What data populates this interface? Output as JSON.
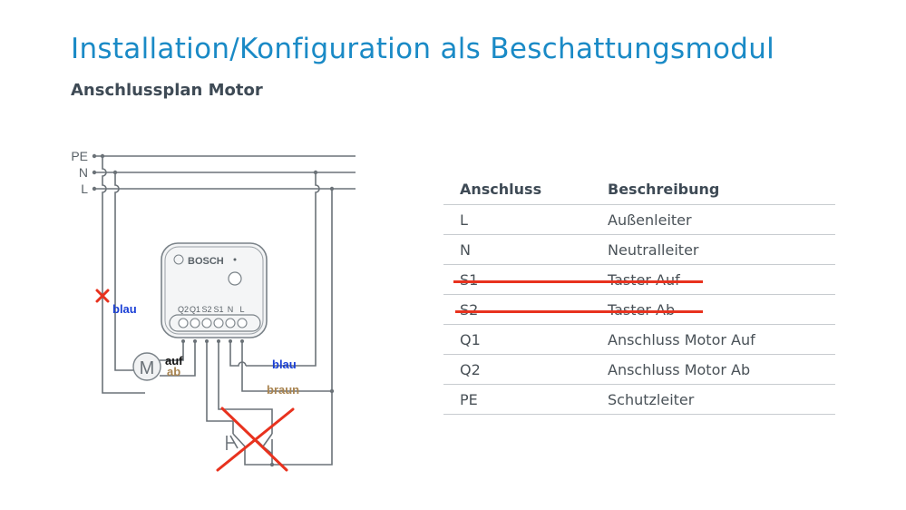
{
  "slide": {
    "title": "Installation/Konfiguration als Beschattungsmodul",
    "subtitle": "Anschlussplan Motor"
  },
  "diagram": {
    "rail_labels": [
      "PE",
      "N",
      "L"
    ],
    "device": {
      "brand": "BOSCH",
      "terminals": [
        "Q2",
        "Q1",
        "S2",
        "S1",
        "N",
        "L"
      ]
    },
    "motor_label": "M",
    "wire_labels": {
      "motor_up": "auf",
      "motor_down": "ab",
      "left_blue": "blau",
      "right_blue": "blau",
      "brown": "braun"
    },
    "colors": {
      "wire": "#6b7278",
      "blue_label": "#1a3fd6",
      "brown_label": "#a8834f",
      "cross": "#e8321e",
      "title": "#1a8ac6"
    }
  },
  "table": {
    "headers": [
      "Anschluss",
      "Beschreibung"
    ],
    "rows": [
      {
        "terminal": "L",
        "description": "Außenleiter",
        "struck": false
      },
      {
        "terminal": "N",
        "description": "Neutralleiter",
        "struck": false
      },
      {
        "terminal": "S1",
        "description": "Taster Auf",
        "struck": true
      },
      {
        "terminal": "S2",
        "description": "Taster Ab",
        "struck": true
      },
      {
        "terminal": "Q1",
        "description": "Anschluss Motor Auf",
        "struck": false
      },
      {
        "terminal": "Q2",
        "description": "Anschluss Motor Ab",
        "struck": false
      },
      {
        "terminal": "PE",
        "description": "Schutzleiter",
        "struck": false
      }
    ]
  }
}
